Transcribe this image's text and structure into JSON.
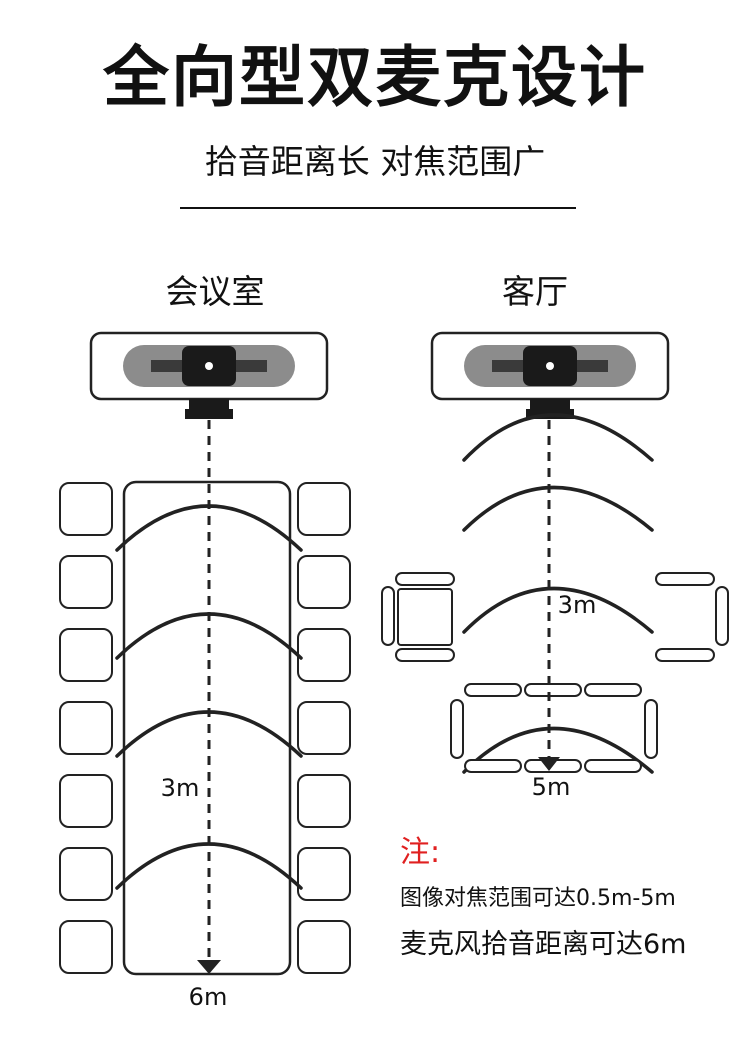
{
  "title": "全向型双麦克设计",
  "subtitle": "拾音距离长 对焦范围广",
  "meeting_room": {
    "label": "会议室",
    "mid_distance": "3m",
    "end_distance": "6m"
  },
  "living_room": {
    "label": "客厅",
    "mid_distance": "3m",
    "end_distance": "5m"
  },
  "notes": {
    "heading": "注:",
    "lines": [
      "图像对焦范围可达0.5m-5m",
      "麦克风拾音距离可达6m"
    ]
  },
  "colors": {
    "line": "#222222",
    "note_heading": "#e02020",
    "lens_ring": "#8c8c8c"
  },
  "icons": [
    "webcam-icon",
    "chair-icon",
    "sofa-icon",
    "table-icon",
    "sound-wave-icon",
    "arrow-down-icon"
  ]
}
